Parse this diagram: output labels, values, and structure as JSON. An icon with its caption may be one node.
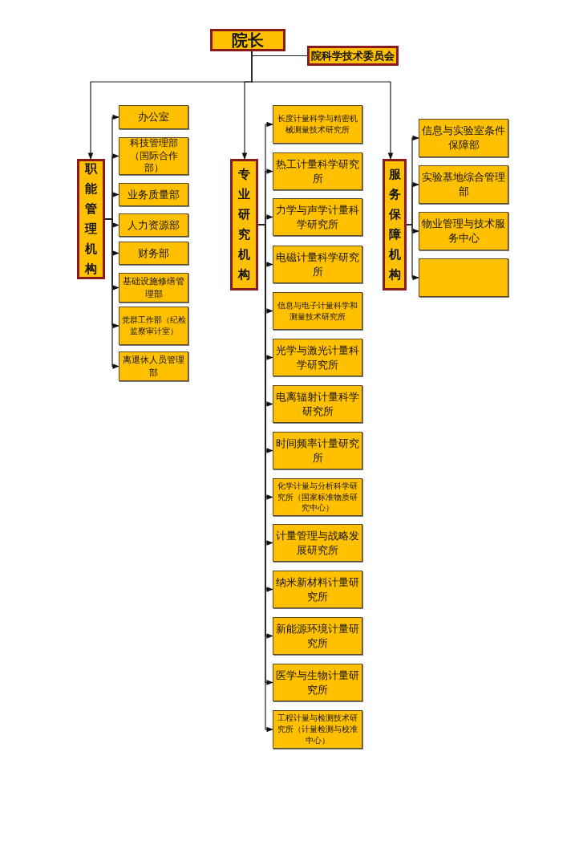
{
  "diagram": {
    "nodes": [
      {
        "text": [
          "院长"
        ]
      },
      {
        "text": [
          "院科学技术委员会"
        ]
      },
      {
        "text": [
          "职能管理机构"
        ]
      },
      {
        "text": [
          "办公室"
        ]
      },
      {
        "text": [
          "科技管理部（国际合作部）"
        ]
      },
      {
        "text": [
          "业务质量部"
        ]
      },
      {
        "text": [
          "人力资源部"
        ]
      },
      {
        "text": [
          "财务部"
        ]
      },
      {
        "text": [
          "基础设施修缮管理部"
        ]
      },
      {
        "text": [
          "党群工作部（纪检监察审计室）"
        ]
      },
      {
        "text": [
          "离退休人员管理部"
        ]
      },
      {
        "text": [
          "专业研究机构"
        ]
      },
      {
        "text": [
          "长度计量科学与精密机械测量技术研究所"
        ]
      },
      {
        "text": [
          "热工计量科学研究所"
        ]
      },
      {
        "text": [
          "力学与声学计量科学研究所"
        ]
      },
      {
        "text": [
          "电磁计量科学研究所"
        ]
      },
      {
        "text": [
          "信息与电子计量科学和测量技术研究所"
        ]
      },
      {
        "text": [
          "光学与激光计量科学研究所"
        ]
      },
      {
        "text": [
          "电离辐射计量科学研究所"
        ]
      },
      {
        "text": [
          "时间频率计量研究所"
        ]
      },
      {
        "text": [
          "化学计量与分析科学研究所（国家标准物质研究中心）"
        ]
      },
      {
        "text": [
          "计量管理与战略发展研究所"
        ]
      },
      {
        "text": [
          "纳米新材料计量研究所"
        ]
      },
      {
        "text": [
          "新能源环境计量研究所"
        ]
      },
      {
        "text": [
          "医学与生物计量研究所"
        ]
      },
      {
        "text": [
          "工程计量与检测技术研究所（计量检测与校准中心）"
        ]
      },
      {
        "text": [
          "服务保障机构"
        ]
      },
      {
        "text": [
          "信息与实验室条件保障部"
        ]
      },
      {
        "text": [
          "实验基地综合管理部"
        ]
      },
      {
        "text": [
          "物业管理与技术服务中心"
        ]
      },
      {
        "text": [],
        "shape": "box"
      }
    ],
    "edges": [
      {
        "from": 0,
        "to": 1,
        "arrow": "none"
      },
      {
        "from": 0,
        "to": 2,
        "arrow": "to"
      },
      {
        "from": 0,
        "to": 11,
        "arrow": "to"
      },
      {
        "from": 0,
        "to": 26,
        "arrow": "to"
      },
      {
        "from": 2,
        "to": 3,
        "arrow": "to"
      },
      {
        "from": 2,
        "to": 4,
        "arrow": "to"
      },
      {
        "from": 2,
        "to": 5,
        "arrow": "to"
      },
      {
        "from": 2,
        "to": 6,
        "arrow": "to"
      },
      {
        "from": 2,
        "to": 7,
        "arrow": "to"
      },
      {
        "from": 2,
        "to": 8,
        "arrow": "to"
      },
      {
        "from": 2,
        "to": 9,
        "arrow": "to"
      },
      {
        "from": 2,
        "to": 10,
        "arrow": "to"
      },
      {
        "from": 11,
        "to": 12,
        "arrow": "to"
      },
      {
        "from": 11,
        "to": 13,
        "arrow": "to"
      },
      {
        "from": 11,
        "to": 14,
        "arrow": "to"
      },
      {
        "from": 11,
        "to": 15,
        "arrow": "to"
      },
      {
        "from": 11,
        "to": 16,
        "arrow": "to"
      },
      {
        "from": 11,
        "to": 17,
        "arrow": "to"
      },
      {
        "from": 11,
        "to": 18,
        "arrow": "to"
      },
      {
        "from": 11,
        "to": 19,
        "arrow": "to"
      },
      {
        "from": 11,
        "to": 20,
        "arrow": "to"
      },
      {
        "from": 11,
        "to": 21,
        "arrow": "to"
      },
      {
        "from": 11,
        "to": 22,
        "arrow": "to"
      },
      {
        "from": 11,
        "to": 23,
        "arrow": "to"
      },
      {
        "from": 11,
        "to": 24,
        "arrow": "to"
      },
      {
        "from": 11,
        "to": 25,
        "arrow": "to"
      },
      {
        "from": 26,
        "to": 27,
        "arrow": "to"
      },
      {
        "from": 26,
        "to": 28,
        "arrow": "to"
      },
      {
        "from": 26,
        "to": 29,
        "arrow": "to"
      },
      {
        "from": 26,
        "to": 30,
        "arrow": "to"
      }
    ]
  }
}
